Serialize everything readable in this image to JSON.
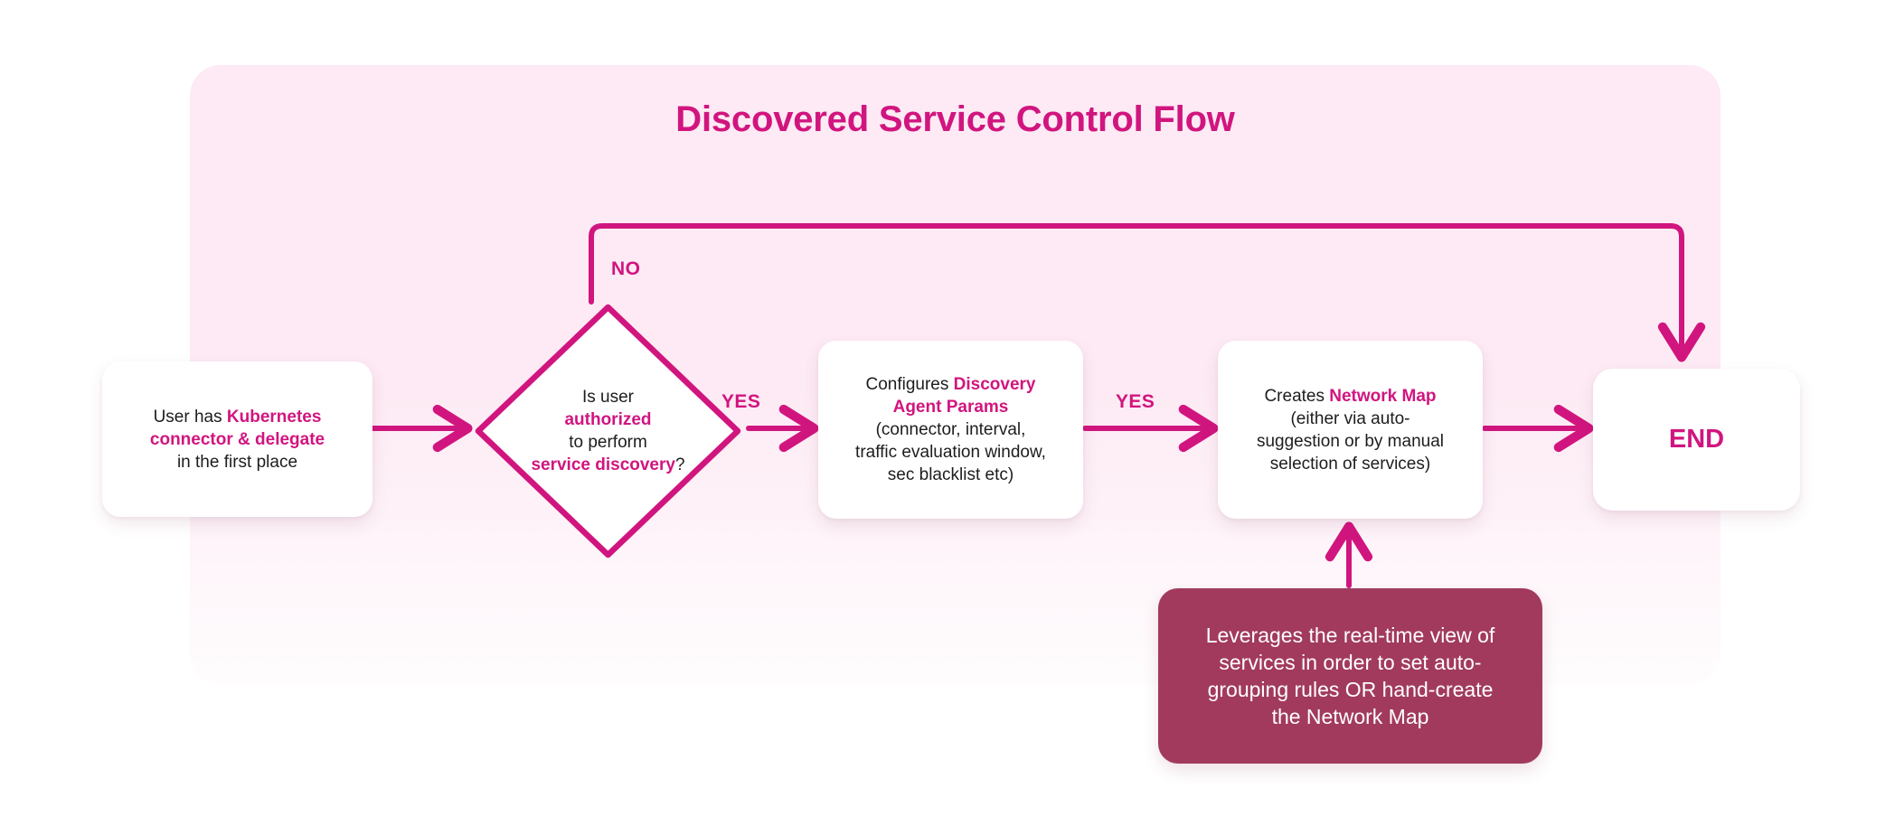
{
  "title": "Discovered Service Control Flow",
  "colors": {
    "accent": "#d1157f",
    "panel_bg": "#fdeaf4",
    "note_bg": "#a23a5e",
    "card_bg": "#ffffff",
    "text": "#1d1d1f",
    "note_text": "#ffffff"
  },
  "nodes": {
    "start": {
      "name": "start-node",
      "lines": [
        {
          "parts": [
            {
              "text": "User has ",
              "hl": false
            },
            {
              "text": "Kubernetes",
              "hl": true
            }
          ]
        },
        {
          "parts": [
            {
              "text": "connector & delegate",
              "hl": true
            }
          ]
        },
        {
          "parts": [
            {
              "text": "in the first place",
              "hl": false
            }
          ]
        }
      ]
    },
    "decision": {
      "name": "decision-node",
      "lines": [
        {
          "parts": [
            {
              "text": "Is user",
              "hl": false
            }
          ]
        },
        {
          "parts": [
            {
              "text": "authorized",
              "hl": true
            }
          ]
        },
        {
          "parts": [
            {
              "text": "to perform",
              "hl": false
            }
          ]
        },
        {
          "parts": [
            {
              "text": "service discovery",
              "hl": true
            },
            {
              "text": "?",
              "hl": false
            }
          ]
        }
      ]
    },
    "params": {
      "name": "configure-params-node",
      "lines": [
        {
          "parts": [
            {
              "text": "Configures ",
              "hl": false
            },
            {
              "text": "Discovery",
              "hl": true
            }
          ]
        },
        {
          "parts": [
            {
              "text": "Agent Params",
              "hl": true
            }
          ]
        },
        {
          "parts": [
            {
              "text": "(connector, interval,",
              "hl": false
            }
          ]
        },
        {
          "parts": [
            {
              "text": "traffic evaluation window,",
              "hl": false
            }
          ]
        },
        {
          "parts": [
            {
              "text": "sec blacklist etc)",
              "hl": false
            }
          ]
        }
      ]
    },
    "netmap": {
      "name": "create-network-map-node",
      "lines": [
        {
          "parts": [
            {
              "text": "Creates ",
              "hl": false
            },
            {
              "text": "Network Map",
              "hl": true
            }
          ]
        },
        {
          "parts": [
            {
              "text": "(either via auto-",
              "hl": false
            }
          ]
        },
        {
          "parts": [
            {
              "text": "suggestion or by manual",
              "hl": false
            }
          ]
        },
        {
          "parts": [
            {
              "text": "selection of services)",
              "hl": false
            }
          ]
        }
      ]
    },
    "end": {
      "name": "end-node",
      "label": "END"
    },
    "note": {
      "name": "note-box",
      "lines": [
        {
          "parts": [
            {
              "text": "Leverages the real-time view of",
              "hl": false
            }
          ]
        },
        {
          "parts": [
            {
              "text": "services in order to set auto-",
              "hl": false
            }
          ]
        },
        {
          "parts": [
            {
              "text": "grouping rules OR hand-create",
              "hl": false
            }
          ]
        },
        {
          "parts": [
            {
              "text": "the Network Map",
              "hl": false
            }
          ]
        }
      ]
    }
  },
  "edges": {
    "no_label": "NO",
    "yes_label_1": "YES",
    "yes_label_2": "YES"
  },
  "chart_data": {
    "type": "flowchart",
    "title": "Discovered Service Control Flow",
    "nodes": [
      {
        "id": "start",
        "shape": "rounded-rect",
        "text": "User has Kubernetes connector & delegate in the first place"
      },
      {
        "id": "decision",
        "shape": "diamond",
        "text": "Is user authorized to perform service discovery?"
      },
      {
        "id": "params",
        "shape": "rounded-rect",
        "text": "Configures Discovery Agent Params (connector, interval, traffic evaluation window, sec blacklist etc)"
      },
      {
        "id": "netmap",
        "shape": "rounded-rect",
        "text": "Creates Network Map (either via auto-suggestion or by manual selection of services)"
      },
      {
        "id": "end",
        "shape": "rounded-rect",
        "text": "END"
      },
      {
        "id": "note",
        "shape": "rounded-rect-filled",
        "text": "Leverages the real-time view of services in order to set auto-grouping rules OR hand-create the Network Map"
      }
    ],
    "edges": [
      {
        "from": "start",
        "to": "decision",
        "label": ""
      },
      {
        "from": "decision",
        "to": "params",
        "label": "YES"
      },
      {
        "from": "decision",
        "to": "end",
        "label": "NO"
      },
      {
        "from": "params",
        "to": "netmap",
        "label": "YES"
      },
      {
        "from": "netmap",
        "to": "end",
        "label": ""
      },
      {
        "from": "note",
        "to": "netmap",
        "label": ""
      }
    ]
  }
}
